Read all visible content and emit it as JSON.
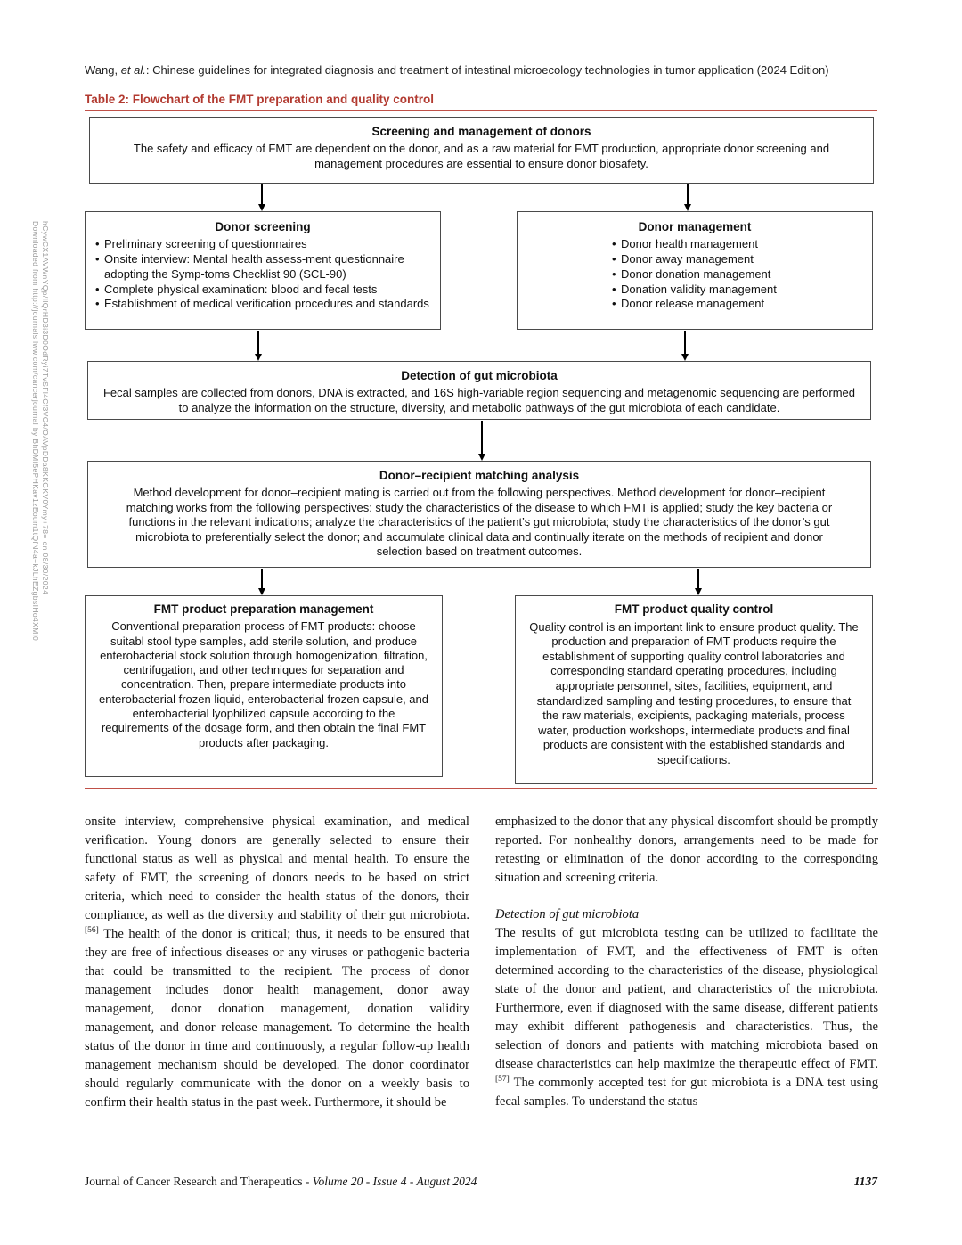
{
  "colors": {
    "caption_red": "#b23a30",
    "rule_red": "#c05048",
    "box_border": "#4a4a4a",
    "body_text": "#141414",
    "watermark_gray": "#9a9a9a"
  },
  "watermark": {
    "line1": "Downloaded from http://journals.lww.com/cancerjournal by BhDMf5ePHKav1zEoum1tQfN4a+kJLhEZgbsIHo4XMi0",
    "line2": "hCywCX1AVWnYQp/IlQrHD3i3D0OdRyi7TvSFl4Cf3VC4/OAVpDDa8KKGKV0Ymy+78= on 08/30/2024"
  },
  "running_head": {
    "authors": "Wang, ",
    "etal": "et al.",
    "title": ": Chinese guidelines for integrated diagnosis and treatment of intestinal microecology technologies in tumor application (2024 Edition)"
  },
  "table": {
    "caption": "Table 2: Flowchart of the FMT preparation and quality control"
  },
  "flowchart": {
    "screening_management": {
      "title": "Screening and management of donors",
      "body": "The safety and efficacy of FMT are dependent on the donor, and as a raw material for FMT production, appropriate donor screening and management procedures are essential to ensure donor biosafety."
    },
    "donor_screening": {
      "title": "Donor screening",
      "items": [
        "Preliminary screening of questionnaires",
        "Onsite interview: Mental health assess-ment questionnaire adopting the Symp-toms Checklist 90 (SCL-90)",
        "Complete physical examination: blood and fecal tests",
        "Establishment of medical verification procedures and standards"
      ]
    },
    "donor_management": {
      "title": "Donor management",
      "items": [
        "Donor health management",
        "Donor away management",
        "Donor donation management",
        "Donation validity management",
        "Donor release management"
      ]
    },
    "detection": {
      "title": "Detection of gut microbiota",
      "body": "Fecal samples are collected from donors, DNA is extracted, and 16S high-variable region sequencing and metagenomic sequencing are performed to analyze the information on the structure, diversity, and metabolic pathways of the gut microbiota of each candidate."
    },
    "matching": {
      "title": "Donor–recipient matching analysis",
      "body": "Method development for donor–recipient mating is carried out from the following perspectives. Method development for donor–recipient matching works from the following perspectives: study the characteristics of the disease to which FMT is applied; study the key bacteria or functions in the relevant indications; analyze the characteristics of the patient’s gut microbiota; study the characteristics of the donor’s gut microbiota to preferentially select the donor; and accumulate clinical data and continually iterate on the methods of recipient and donor selection based on treatment outcomes."
    },
    "preparation": {
      "title": "FMT product preparation management",
      "body": "Conventional preparation process of FMT products: choose suitabl stool type samples, add sterile solution, and produce enterobacterial stock solution through homogenization, filtration, centrifugation, and other techniques for separation and concentration. Then, prepare intermediate products into enterobacterial frozen liquid, enterobacterial frozen capsule, and enterobacterial lyophilized capsule according to the requirements of the dosage form, and then obtain the final FMT products after packaging."
    },
    "quality_control": {
      "title": "FMT product quality control",
      "body": "Quality control is an important link to ensure product quality. The production and preparation of FMT products require the establishment of supporting quality control laboratories and corresponding standard operating procedures, including appropriate personnel, sites, facilities, equipment, and standardized sampling and testing procedures, to ensure that the raw materials, excipients, packaging materials, process water, production workshops, intermediate products and final products are consistent with the established standards and specifications."
    }
  },
  "body": {
    "left": {
      "p1a": "onsite interview, comprehensive physical examination, and medical verification. Young donors are generally selected to ensure their functional status as well as physical and mental health. To ensure the safety of FMT, the screening of donors needs to be based on strict criteria, which need to consider the health status of the donors, their compliance, as well as the diversity and stability of their gut microbiota.",
      "ref56": "[56]",
      "p1b": " The health of the donor is critical; thus, it needs to be ensured that they are free of infectious diseases or any viruses or pathogenic bacteria that could be transmitted to the recipient. The process of donor management includes donor health management, donor away management, donor donation management, donation validity management, and donor release management. To determine the health status of the donor in time and continuously, a regular follow-up health management mechanism should be developed. The donor coordinator should regularly communicate with the donor on a weekly basis to confirm their health status in the past week. Furthermore, it should be"
    },
    "right": {
      "p1": "emphasized to the donor that any physical discomfort should be promptly reported. For nonhealthy donors, arrangements need to be made for retesting or elimination of the donor according to the corresponding situation and screening criteria.",
      "subheading": "Detection of gut microbiota",
      "p2a": "The results of gut microbiota testing can be utilized to facilitate the implementation of FMT, and the effectiveness of FMT is often determined according to the characteristics of the disease, physiological state of the donor and patient, and characteristics of the microbiota. Furthermore, even if diagnosed with the same disease, different patients may exhibit different pathogenesis and characteristics. Thus, the selection of donors and patients with matching microbiota based on disease characteristics can help maximize the therapeutic effect of FMT.",
      "ref57": "[57]",
      "p2b": " The commonly accepted test for gut microbiota is a DNA test using fecal samples. To understand the status"
    }
  },
  "footer": {
    "journal": "Journal of Cancer Research and Therapeutics",
    "issue": " - Volume 20 - Issue 4 - August 2024",
    "page_number": "1137"
  }
}
